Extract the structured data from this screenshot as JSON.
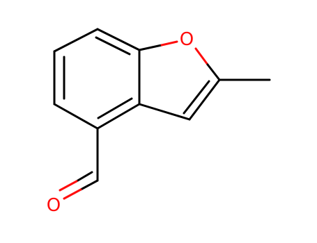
{
  "molecule": {
    "atoms": [
      {
        "id": "O1",
        "symbol": "O",
        "color": "#ff0d0d"
      },
      {
        "id": "O_ald",
        "symbol": "O",
        "color": "#ff0d0d"
      }
    ],
    "colors": {
      "bond": "#000000",
      "heteroatom_oxygen": "#ff0d0d"
    }
  }
}
